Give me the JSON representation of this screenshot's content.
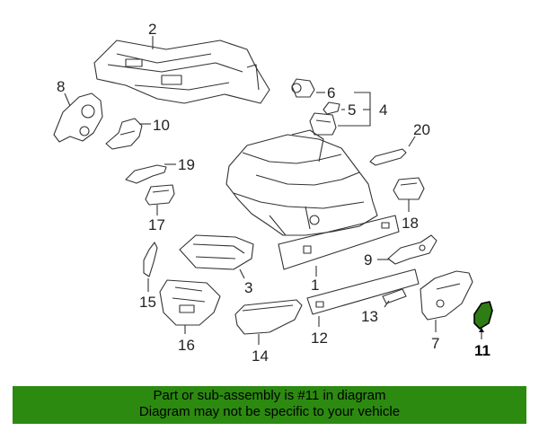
{
  "callouts": {
    "c1": "1",
    "c2": "2",
    "c3": "3",
    "c4": "4",
    "c5": "5",
    "c6": "6",
    "c7": "7",
    "c8": "8",
    "c9": "9",
    "c10": "10",
    "c11": "11",
    "c12": "12",
    "c13": "13",
    "c14": "14",
    "c15": "15",
    "c16": "16",
    "c17": "17",
    "c18": "18",
    "c19": "19",
    "c20": "20"
  },
  "highlight": {
    "part": "11",
    "color": "#2e7d14"
  },
  "banner": {
    "line1": "Part or sub-assembly is #11 in diagram",
    "line2": "Diagram may not be specific to your vehicle",
    "background": "#2c8a10"
  }
}
